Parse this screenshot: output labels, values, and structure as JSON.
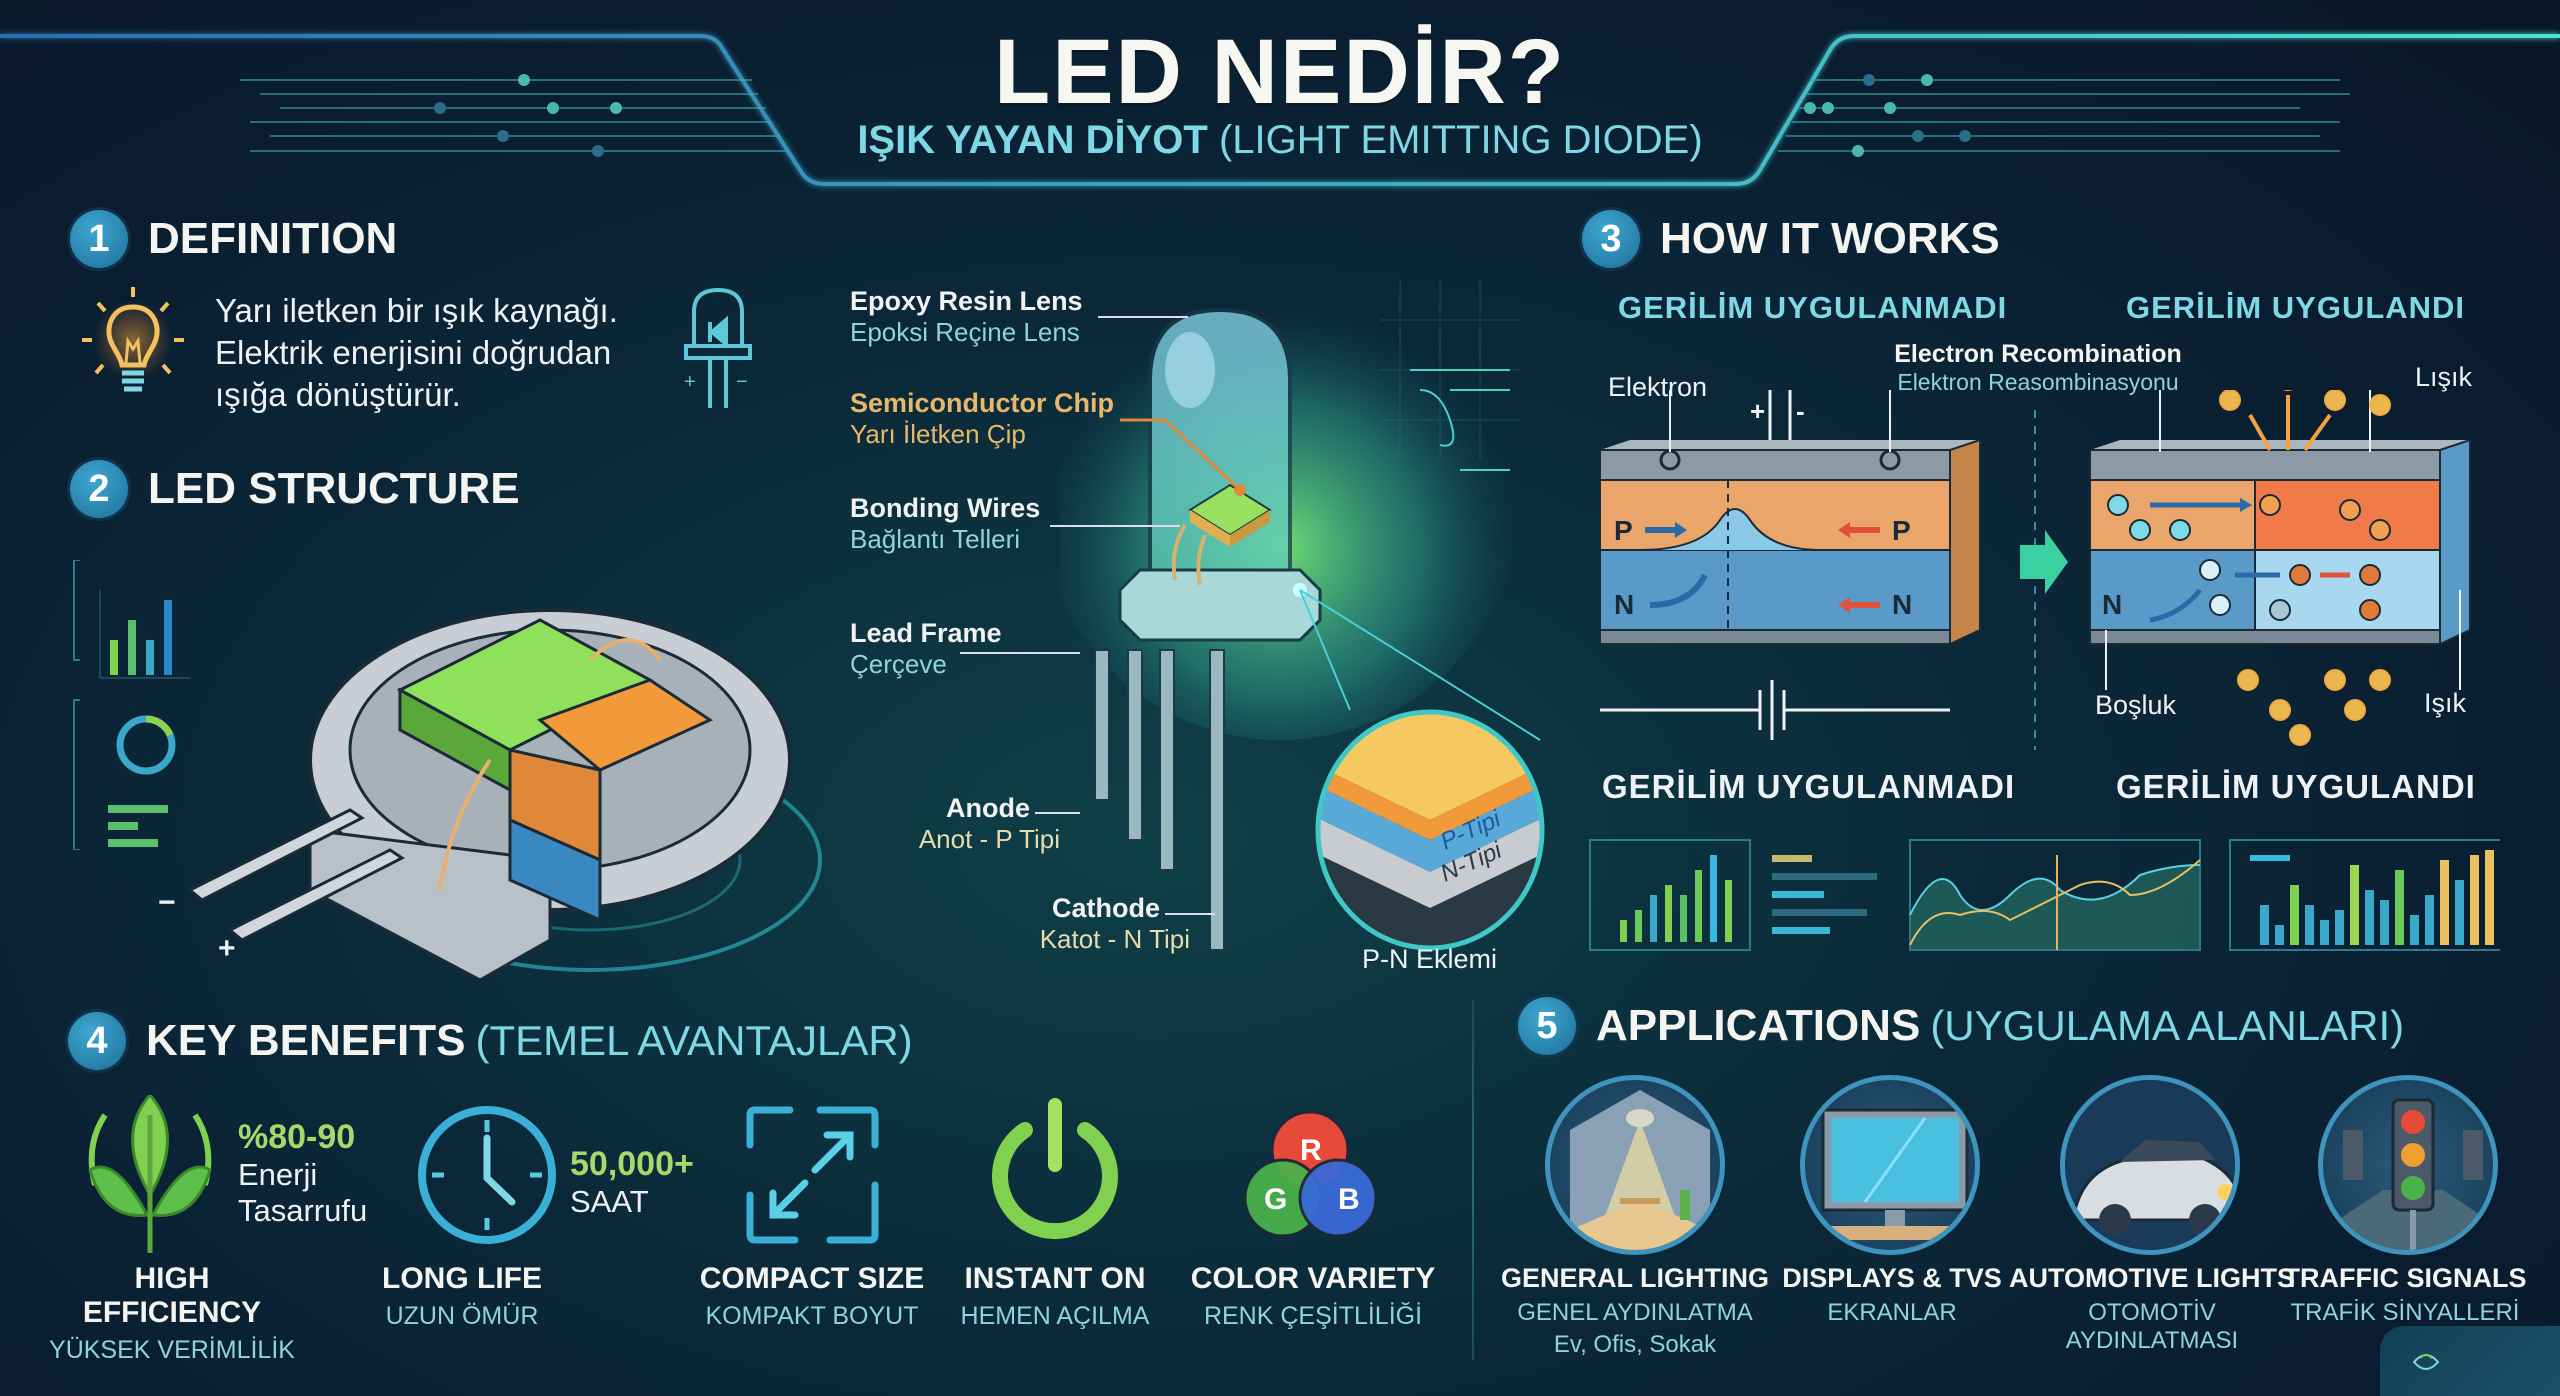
{
  "header": {
    "title": "LED NEDİR?",
    "subtitle_bold": "IŞIK YAYAN DİYOT",
    "subtitle_rest": " (LIGHT EMITTING DIODE)"
  },
  "colors": {
    "background": "#0a1c30",
    "accent_cyan": "#7fd8e6",
    "badge_blue": "#2a8ab8",
    "gold": "#e8b86a",
    "green": "#8fd14f"
  },
  "sections": {
    "definition": {
      "number": "1",
      "title": "DEFINITION",
      "text_line1": "Yarı iletken bir ışık kaynağı.",
      "text_line2": "Elektrik enerjisini doğrudan",
      "text_line3": "ışığa dönüştürür.",
      "icons": [
        "light-bulb-icon",
        "led-diode-icon"
      ],
      "led_symbol_plus": "+",
      "led_symbol_minus": "−"
    },
    "structure": {
      "number": "2",
      "title": "LED STRUCTURE",
      "smd_minus": "−",
      "smd_plus": "+",
      "labels": [
        {
          "en": "Epoxy Resin Lens",
          "tr": "Epoksi Reçine Lens"
        },
        {
          "en": "Semiconductor Chip",
          "tr": "Yarı İletken Çip"
        },
        {
          "en": "Bonding Wires",
          "tr": "Bağlantı Telleri"
        },
        {
          "en": "Lead Frame",
          "tr": "Çerçeve"
        },
        {
          "en": "Anode",
          "tr": "Anot - P Tipi"
        },
        {
          "en": "Cathode",
          "tr": "Katot - N Tipi"
        }
      ],
      "pn_junction": {
        "p_label": "P-Tipi",
        "n_label": "N-Tipi",
        "caption": "P-N Eklemi"
      }
    },
    "how_it_works": {
      "number": "3",
      "title": "HOW IT WORKS",
      "left_head": "GERİLİM UYGULANMADI",
      "right_head": "GERİLİM UYGULANDI",
      "left_foot": "GERİLİM UYGULANMADI",
      "right_foot": "GERİLİM UYGULANDI",
      "recombination_en": "Electron Recombination",
      "recombination_tr": "Elektron Reasombinasyonu",
      "elektron": "Elektron",
      "plus": "+",
      "minus": "-",
      "p": "P",
      "n": "N",
      "bosluk": "Boşluk",
      "lisik": "Lışık",
      "isik": "Işık"
    },
    "benefits": {
      "number": "4",
      "title": "KEY BENEFITS",
      "subtitle": "(TEMEL AVANTAJLAR)",
      "efficiency_stat": "%80-90",
      "efficiency_stat_l1": "Enerji",
      "efficiency_stat_l2": "Tasarrufu",
      "life_stat": "50,000+",
      "life_stat_unit": "SAAT",
      "items": [
        {
          "en": "HIGH EFFICIENCY",
          "tr": "YÜKSEK VERİMLİLİK",
          "icon": "leaf-icon"
        },
        {
          "en": "LONG LIFE",
          "tr": "UZUN ÖMÜR",
          "icon": "clock-icon"
        },
        {
          "en": "COMPACT SIZE",
          "tr": "KOMPAKT BOYUT",
          "icon": "resize-arrows-icon"
        },
        {
          "en": "INSTANT ON",
          "tr": "HEMEN AÇILMA",
          "icon": "power-icon"
        },
        {
          "en": "COLOR VARIETY",
          "tr": "RENK ÇEŞİTLİLİĞİ",
          "icon": "rgb-icon"
        }
      ],
      "rgb": {
        "r": "R",
        "g": "G",
        "b": "B"
      }
    },
    "applications": {
      "number": "5",
      "title": "APPLICATIONS",
      "subtitle": "(UYGULAMA ALANLARI)",
      "items": [
        {
          "en": "GENERAL LIGHTING",
          "tr": "GENEL AYDINLATMA",
          "extra": "Ev, Ofis, Sokak",
          "icon": "room-lamp-icon"
        },
        {
          "en": "DISPLAYS & TVS",
          "tr": "EKRANLAR",
          "icon": "monitor-icon"
        },
        {
          "en": "AUTOMOTIVE LIGHTS",
          "tr": "OTOMOTİV AYDINLATMASI",
          "icon": "car-icon"
        },
        {
          "en": "TRAFFIC SIGNALS",
          "tr": "TRAFİK SİNYALLERİ",
          "icon": "traffic-light-icon"
        }
      ]
    }
  }
}
